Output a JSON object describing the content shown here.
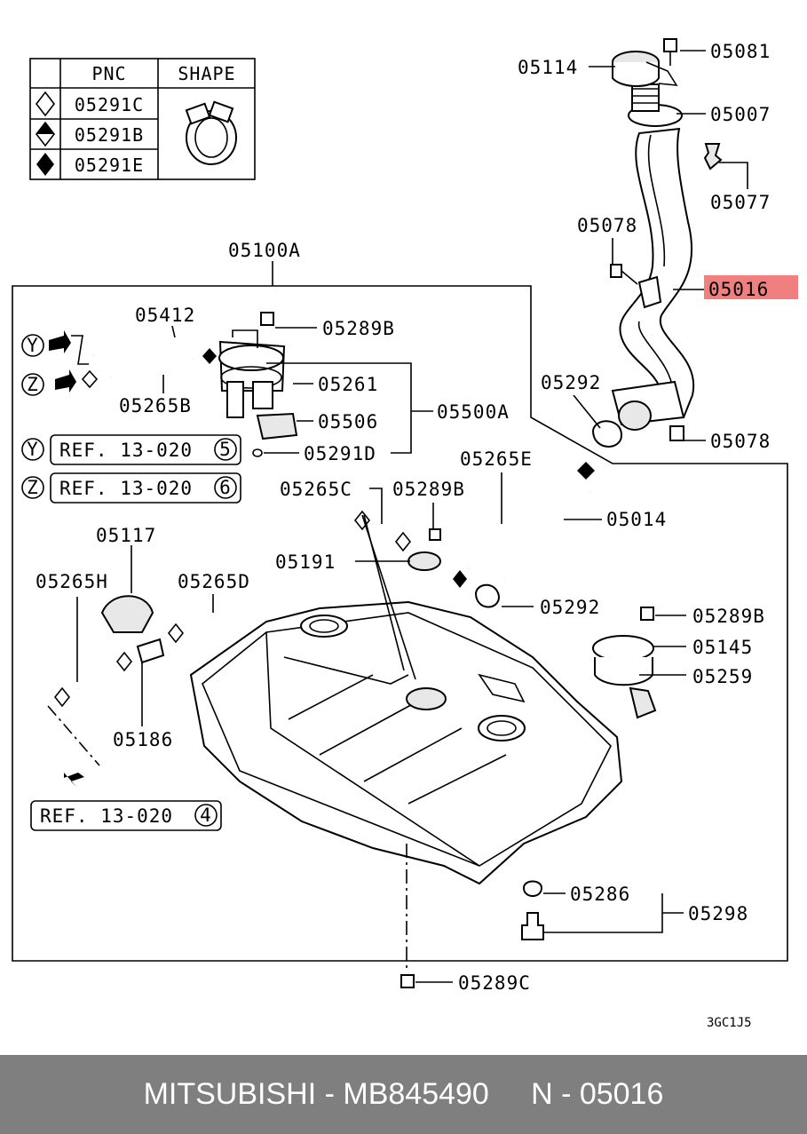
{
  "legend": {
    "header_pnc": "PNC",
    "header_shape": "SHAPE",
    "rows": [
      "05291C",
      "05291B",
      "05291E"
    ]
  },
  "labels": {
    "p05081": "05081",
    "p05114": "05114",
    "p05007": "05007",
    "p05077": "05077",
    "p05078a": "05078",
    "p05016": "05016",
    "p05100A": "05100A",
    "p05412": "05412",
    "p05289B_a": "05289B",
    "p05261": "05261",
    "p05265B": "05265B",
    "p05506": "05506",
    "p05500A": "05500A",
    "p05291D": "05291D",
    "p05292a": "05292",
    "p05078b": "05078",
    "p05265E": "05265E",
    "p05265C": "05265C",
    "p05289B_b": "05289B",
    "p05014": "05014",
    "p05117": "05117",
    "p05191": "05191",
    "p05265H": "05265H",
    "p05265D": "05265D",
    "p05292b": "05292",
    "p05289B_c": "05289B",
    "p05145": "05145",
    "p05259": "05259",
    "p05186": "05186",
    "p05286": "05286",
    "p05298": "05298",
    "p05289C": "05289C"
  },
  "markers": {
    "y": "Y",
    "z": "Z"
  },
  "refs": {
    "ref_y": {
      "text": "REF. 13-020",
      "num": "5"
    },
    "ref_z": {
      "text": "REF. 13-020",
      "num": "6"
    },
    "ref_4": {
      "text": "REF. 13-020",
      "num": "4"
    }
  },
  "diagram_code": "3GC1J5",
  "highlight_color": "#f08080",
  "footer": {
    "text": "MITSUBISHI - MB845490     N - 05016"
  }
}
